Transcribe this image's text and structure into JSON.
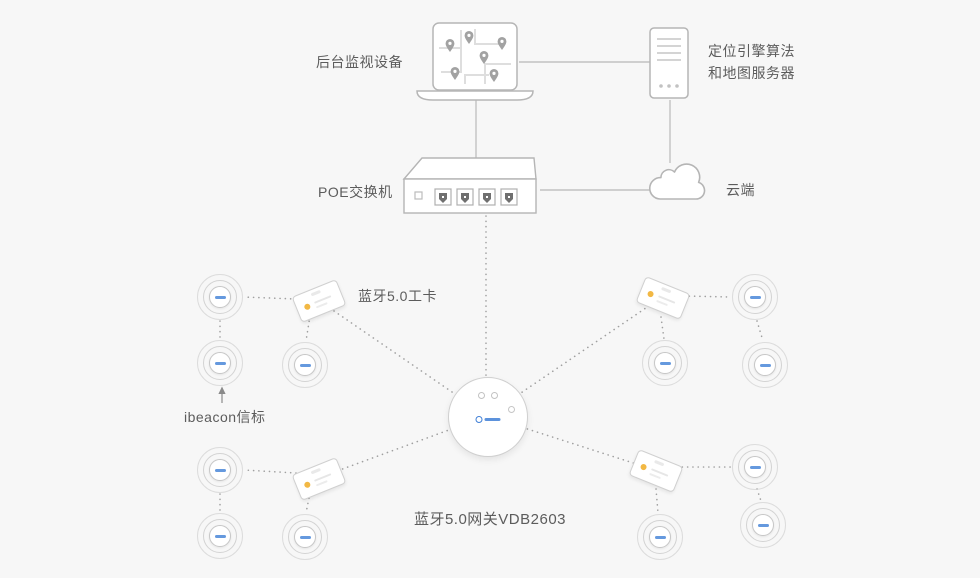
{
  "diagram": {
    "title_context": "Bluetooth 5.0 gateway positioning system topology",
    "labels": {
      "monitor_device": "后台监视设备",
      "server_name_line1": "定位引擎算法",
      "server_name_line2": "和地图服务器",
      "poe_switch": "POE交换机",
      "cloud": "云端",
      "work_card": "蓝牙5.0工卡",
      "ibeacon": "ibeacon信标",
      "gateway": "蓝牙5.0网关VDB2603"
    },
    "colors": {
      "background": "#f7f7f7",
      "line_solid": "#c2c2c2",
      "line_dotted": "#a0a0a0",
      "text": "#5c5c5c",
      "accent_yellow": "#f2b844",
      "brand_blue": "#3f7fd6",
      "device_border": "#cfcfcf"
    },
    "node_counts": {
      "gateways": 1,
      "work_cards": 4,
      "ibeacon_beacons": 12
    }
  }
}
